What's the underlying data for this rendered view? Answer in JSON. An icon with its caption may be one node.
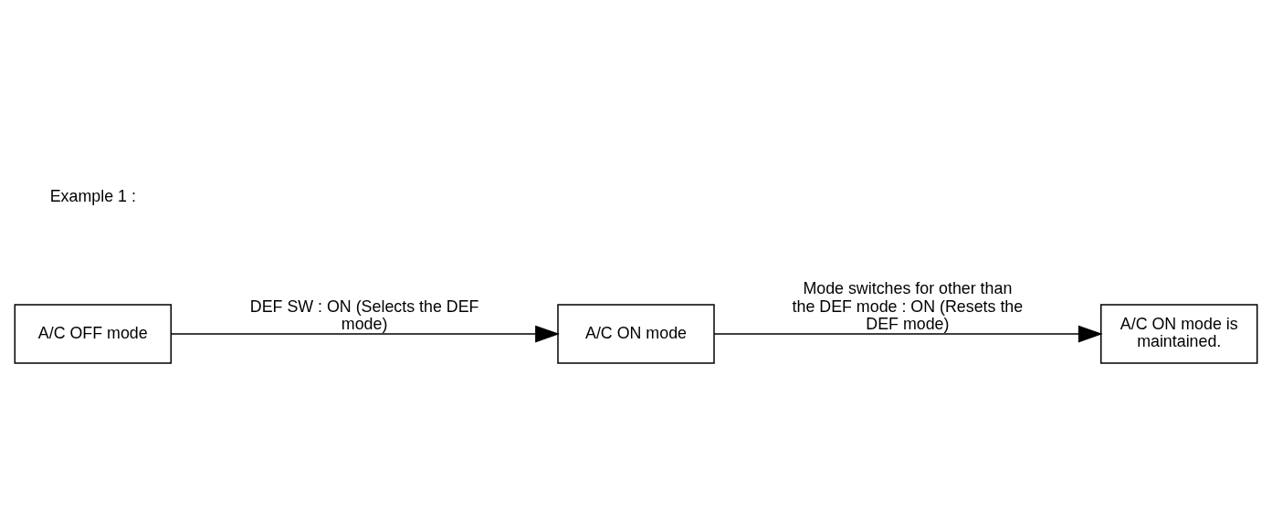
{
  "diagram": {
    "nodes": [
      {
        "text": [
          "A/C OFF mode"
        ]
      },
      {
        "text": [
          "A/C ON mode"
        ]
      },
      {
        "text": [
          "A/C ON mode is maintained."
        ]
      }
    ],
    "edges": [
      {
        "from": 0,
        "to": 1,
        "arrow": "to",
        "label": "DEF SW : ON (Selects the DEF mode)"
      },
      {
        "from": 1,
        "to": 2,
        "arrow": "to",
        "label": "Mode switches for other than the DEF mode : ON (Resets the DEF mode)"
      }
    ],
    "labels": [
      "Example 1 :"
    ]
  }
}
